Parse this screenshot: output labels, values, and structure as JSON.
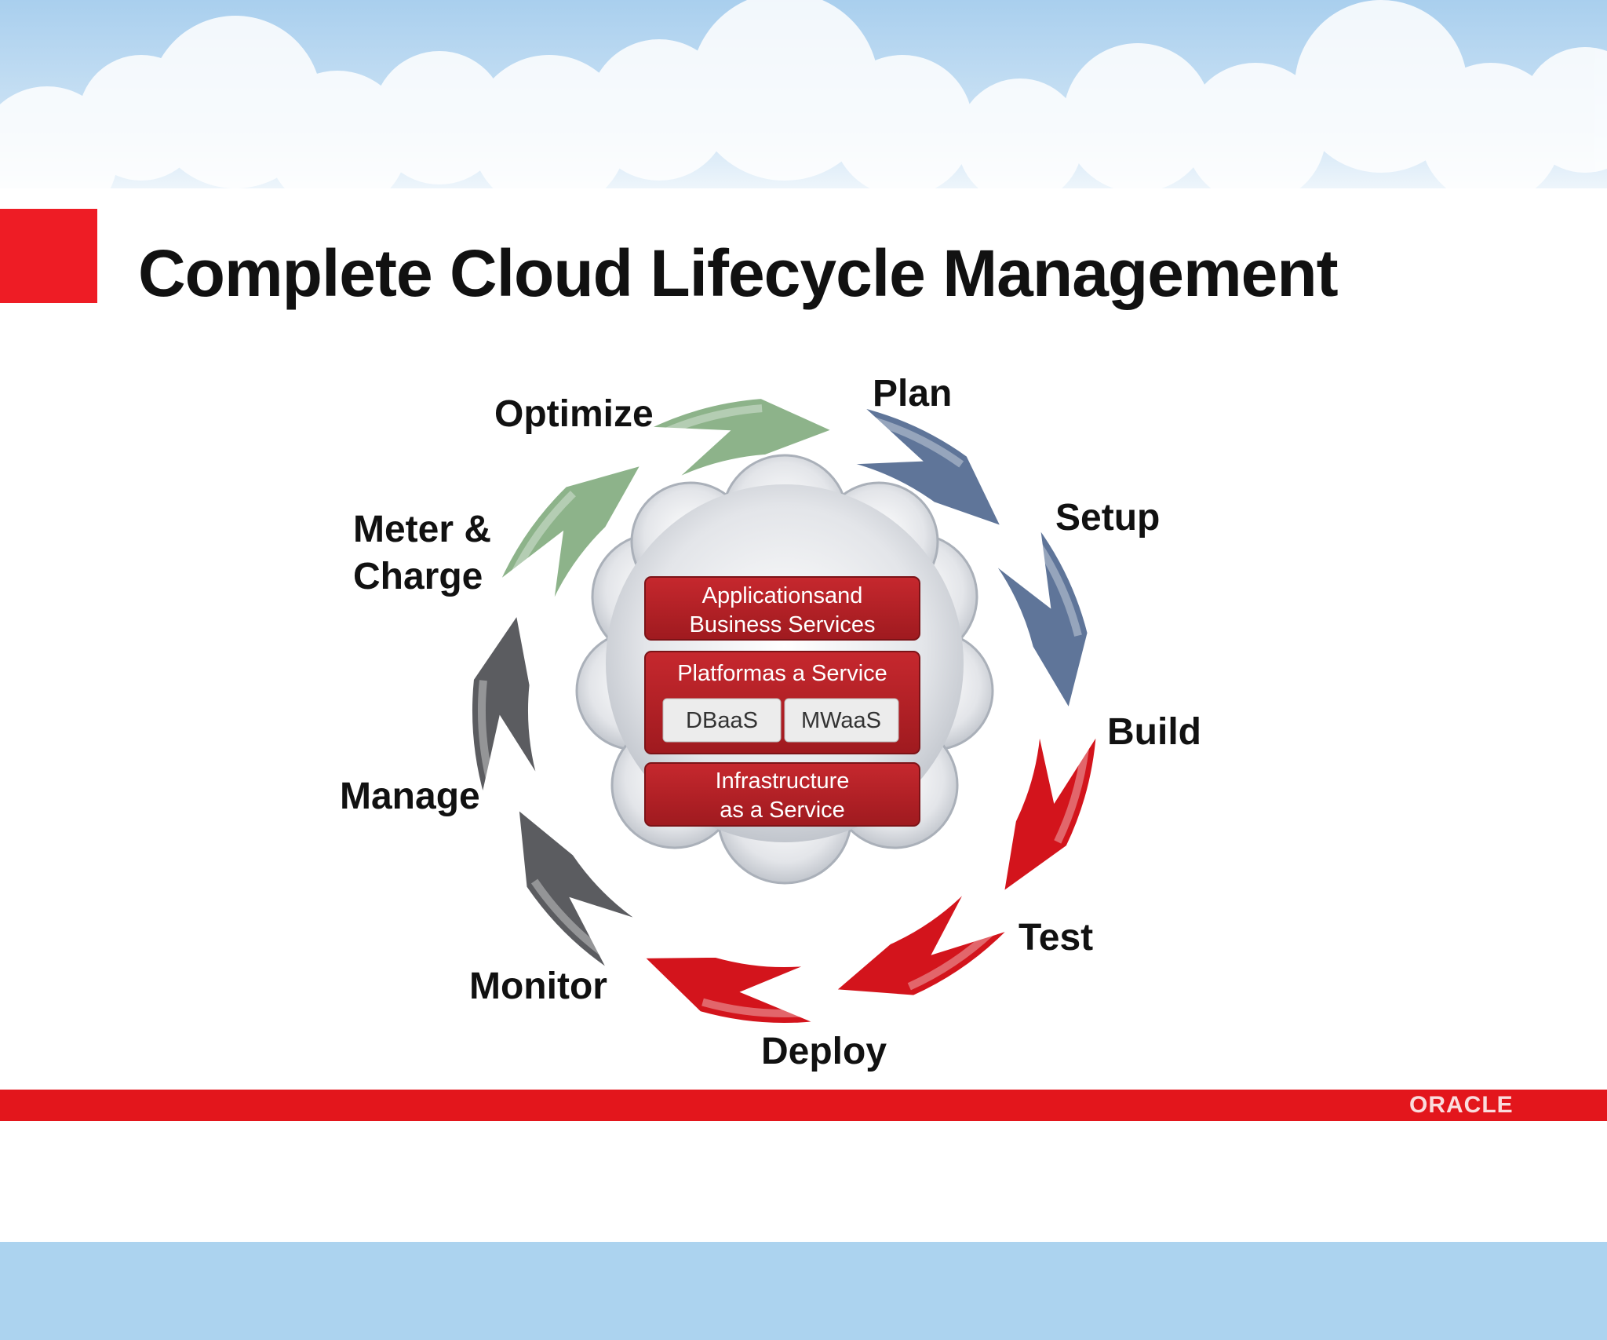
{
  "title": "Complete Cloud Lifecycle Management",
  "stages": [
    {
      "label": "Plan",
      "color": "#5f7599"
    },
    {
      "label": "Setup",
      "color": "#5f7599"
    },
    {
      "label": "Build",
      "color": "#d3141c"
    },
    {
      "label": "Test",
      "color": "#d3141c"
    },
    {
      "label": "Deploy",
      "color": "#d3141c"
    },
    {
      "label": "Monitor",
      "color": "#5b5c60"
    },
    {
      "label": "Manage",
      "color": "#5b5c60"
    },
    {
      "label": "Meter & Charge",
      "color": "#8db38a"
    },
    {
      "label": "Optimize",
      "color": "#8db38a"
    }
  ],
  "stack": {
    "applications": [
      "Applicationsand",
      "Business Services"
    ],
    "platform": "Platformas a Service",
    "platform_items": [
      "DBaaS",
      "MWaaS"
    ],
    "infrastructure": [
      "Infrastructure",
      "as a Service"
    ]
  },
  "colors": {
    "brand_red": "#e3161c",
    "sky_blue": "#acd3ef",
    "layer_red": "#b41f24"
  },
  "footer": {
    "logo": "ORACLE"
  }
}
